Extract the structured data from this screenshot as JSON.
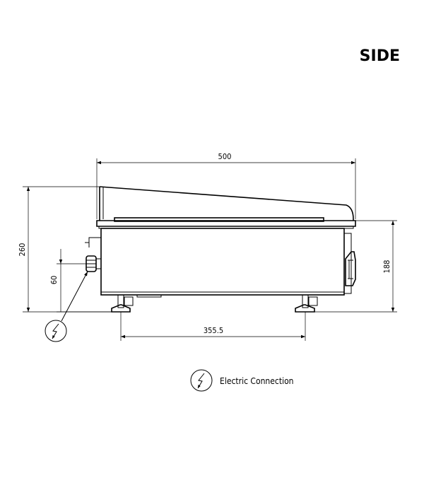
{
  "view_title": "SIDE",
  "dimensions": {
    "width_total": "500",
    "height_total": "260",
    "height_body": "188",
    "connection_height": "60",
    "feet_spacing": "355.5"
  },
  "legend": {
    "electric_label": "Electric Connection"
  },
  "icons": {
    "electric": "lightning-bolt-in-circle-icon"
  }
}
